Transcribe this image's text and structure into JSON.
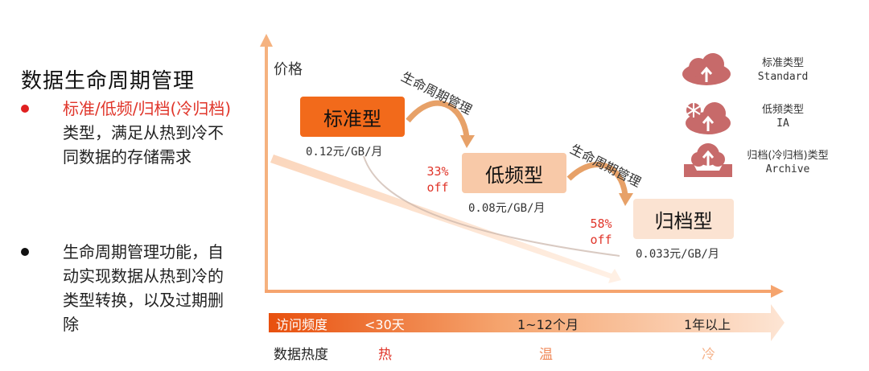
{
  "title": "数据生命周期管理",
  "bullets": [
    {
      "highlight": "标准/低频/归档(冷归档)",
      "text": "类型，满足从热到冷不同数据的存储需求"
    },
    {
      "text": "生命周期管理功能，自动实现数据从热到冷的类型转换，以及过期删除"
    }
  ],
  "y_axis_label": "价格",
  "tiers": [
    {
      "name": "标准型",
      "price": "0.12元/GB/月"
    },
    {
      "name": "低频型",
      "price": "0.08元/GB/月"
    },
    {
      "name": "归档型",
      "price": "0.033元/GB/月"
    }
  ],
  "transitions": [
    {
      "label": "生命周期管理",
      "discount": "33%",
      "off": "off"
    },
    {
      "label": "生命周期管理",
      "discount": "58%",
      "off": "off"
    }
  ],
  "legend": [
    {
      "name": "标准类型",
      "sub": "Standard",
      "icon": "cloud-upload-icon"
    },
    {
      "name": "低频类型",
      "sub": "IA",
      "icon": "snowflake-cloud-icon"
    },
    {
      "name": "归档(冷归档)类型",
      "sub": "Archive",
      "icon": "archive-box-icon"
    }
  ],
  "access_bar": {
    "label": "访问频度",
    "ticks": [
      "<30天",
      "1~12个月",
      "1年以上"
    ]
  },
  "heat_row": {
    "label": "数据热度",
    "levels": [
      "热",
      "温",
      "冷"
    ]
  },
  "colors": {
    "accent": "#f26a1b",
    "ia": "#f8c9a8",
    "archive": "#fbe3d2",
    "legend_icon": "#c76a6a",
    "red_text": "#e0352a"
  }
}
